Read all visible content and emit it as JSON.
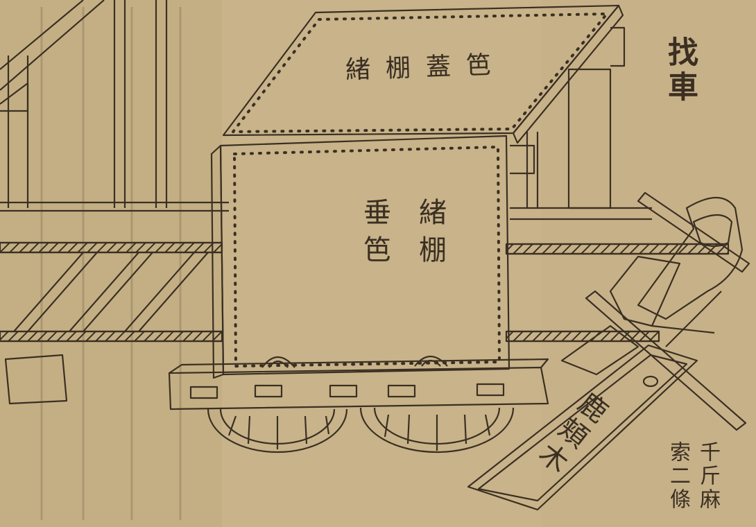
{
  "illustration": {
    "title": "找車",
    "roof_cover_label": "緒棚蓋笆",
    "side_label_a": "緒棚",
    "side_label_b": "垂笆",
    "beam_label": "鹿頬木",
    "rope_label_a": "千斤麻",
    "rope_label_b": "索二條"
  },
  "colors": {
    "paper": "#c8b38a",
    "ink": "#3a2f22"
  }
}
